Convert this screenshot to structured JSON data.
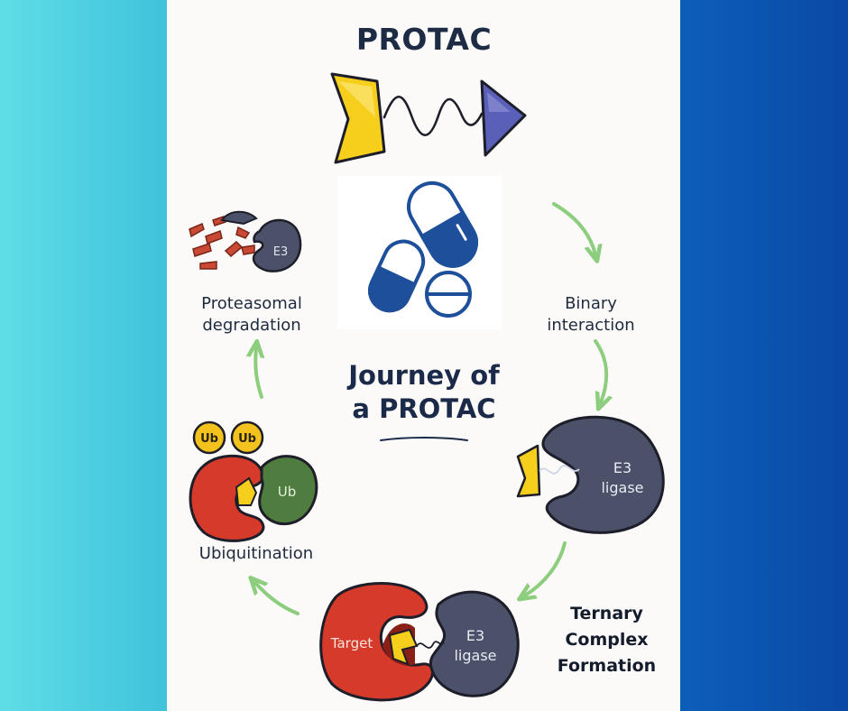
{
  "title": "PROTAC",
  "center_title": {
    "line1": "Journey of",
    "line2": "a PROTAC"
  },
  "steps": {
    "binary": {
      "line1": "Binary",
      "line2": "interaction"
    },
    "ternary": {
      "line1": "Ternary",
      "line2": "Complex",
      "line3": "Formation"
    },
    "ubiquitination": "Ubiquitination",
    "degradation": {
      "line1": "Proteasomal",
      "line2": "degradation"
    }
  },
  "molecule_labels": {
    "e3": "E3",
    "ligase": "ligase",
    "target": "Target",
    "ub": "Ub"
  },
  "colors": {
    "left_band": "#4fd0e2",
    "right_band": "#0a52ae",
    "target_red": "#d63a2a",
    "e3_slate": "#4a5168",
    "ub_green": "#4e7d3f",
    "ub_yellow": "#f4c21c",
    "warhead_yellow": "#f6cf1d",
    "ligand_blue": "#5a5fb8",
    "arrow_green": "#8ccd7e",
    "pill_blue": "#1d4f9a"
  },
  "icons": [
    "protac-molecule-icon",
    "pills-icon",
    "cycle-arrow-icon"
  ]
}
